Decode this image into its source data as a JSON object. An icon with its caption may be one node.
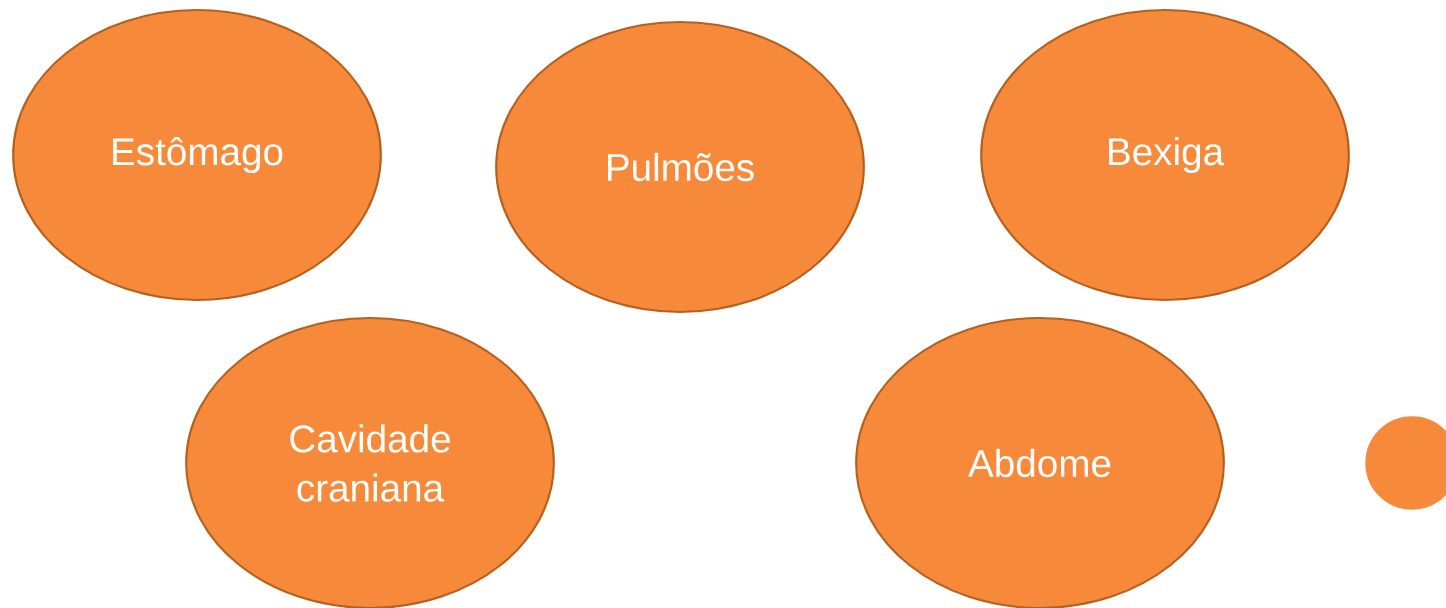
{
  "diagram": {
    "nodes": [
      {
        "text": [
          "Estômago"
        ]
      },
      {
        "text": [
          "Pulmões"
        ]
      },
      {
        "text": [
          "Bexiga"
        ]
      },
      {
        "text": [
          "Cavidade craniana"
        ]
      },
      {
        "text": [
          "Abdome"
        ]
      },
      {
        "text": [],
        "shape": "circle"
      }
    ]
  }
}
